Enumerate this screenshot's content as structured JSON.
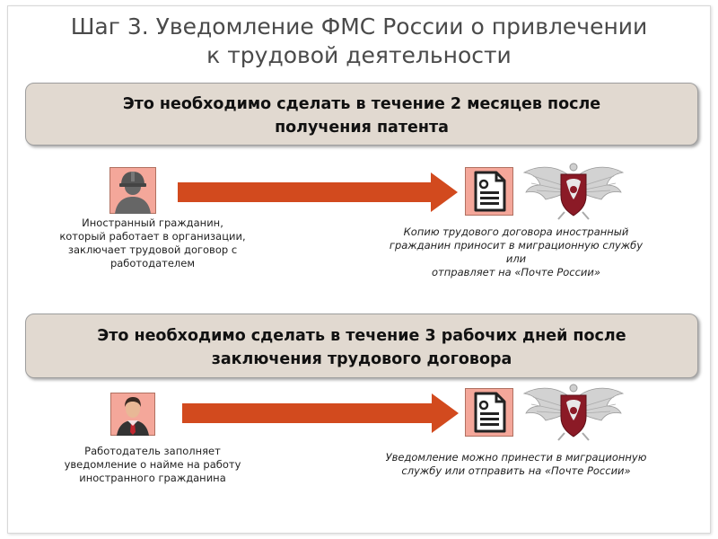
{
  "title": {
    "line1": "Шаг 3. Уведомление ФМС России о привлечении",
    "line2": "к трудовой деятельности"
  },
  "section1": {
    "banner_line1": "Это необходимо сделать в течение  2 месяцев после",
    "banner_line2": "получения патента",
    "left_caption": [
      "Иностранный гражданин,",
      "который работает в организации,",
      "заключает трудовой договор с",
      "работодателем"
    ],
    "right_caption": [
      "Копию трудового договора иностранный",
      "гражданин приносит в миграционную службу",
      "или",
      "отправляет на «Почте России»"
    ]
  },
  "section2": {
    "banner_line1": "Это необходимо сделать в течение  3 рабочих дней после",
    "banner_line2": "заключения трудового договора",
    "left_caption": [
      "Работодатель заполняет",
      "уведомление о найме на работу",
      "иностранного гражданина"
    ],
    "right_caption": [
      "Уведомление можно принести в миграционную",
      "службу или отправить на «Почте России»"
    ]
  },
  "icons": {
    "worker": "worker-helmet-icon",
    "employer": "businessman-icon",
    "document": "document-icon",
    "emblem": "fms-emblem-icon"
  },
  "colors": {
    "arrow": "#d24a1e",
    "icon_bg": "#f4a79a",
    "banner_bg": "#e1d9d0",
    "title_text": "#4a4a4a"
  }
}
